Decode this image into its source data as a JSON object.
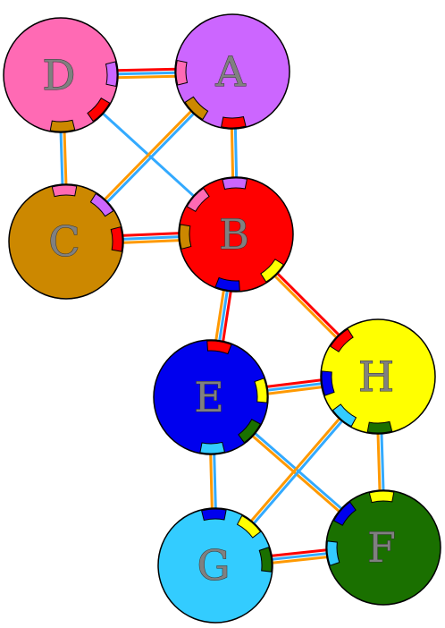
{
  "nodes": [
    {
      "id": "A",
      "label": "A",
      "color": "#cc66ff"
    },
    {
      "id": "B",
      "label": "B",
      "color": "#ff0000"
    },
    {
      "id": "C",
      "label": "C",
      "color": "#cc8800"
    },
    {
      "id": "D",
      "label": "D",
      "color": "#ff6ab4"
    },
    {
      "id": "E",
      "label": "E",
      "color": "#0000ee"
    },
    {
      "id": "F",
      "label": "F",
      "color": "#1a7000"
    },
    {
      "id": "G",
      "label": "G",
      "color": "#33ccff"
    },
    {
      "id": "H",
      "label": "H",
      "color": "#ffff00"
    }
  ],
  "edges": [
    {
      "from": "D",
      "to": "A",
      "colors": [
        "#ff0000",
        "#33aaff",
        "#ff9900"
      ]
    },
    {
      "from": "D",
      "to": "C",
      "colors": [
        "#ff9900",
        "#33aaff"
      ]
    },
    {
      "from": "D",
      "to": "B",
      "colors": [
        "#33aaff"
      ]
    },
    {
      "from": "A",
      "to": "C",
      "colors": [
        "#33aaff",
        "#ff9900"
      ]
    },
    {
      "from": "A",
      "to": "B",
      "colors": [
        "#33aaff",
        "#ff9900"
      ]
    },
    {
      "from": "C",
      "to": "B",
      "colors": [
        "#ff0000",
        "#33aaff",
        "#ff9900"
      ]
    },
    {
      "from": "B",
      "to": "E",
      "colors": [
        "#ff0000",
        "#33aaff",
        "#ff9900"
      ]
    },
    {
      "from": "B",
      "to": "H",
      "colors": [
        "#ff0000",
        "#ff9900"
      ]
    },
    {
      "from": "E",
      "to": "H",
      "colors": [
        "#ff0000",
        "#33aaff",
        "#ff9900"
      ]
    },
    {
      "from": "E",
      "to": "G",
      "colors": [
        "#33aaff",
        "#ff9900"
      ]
    },
    {
      "from": "E",
      "to": "F",
      "colors": [
        "#33aaff",
        "#ff9900"
      ]
    },
    {
      "from": "H",
      "to": "G",
      "colors": [
        "#33aaff",
        "#ff9900"
      ]
    },
    {
      "from": "H",
      "to": "F",
      "colors": [
        "#33aaff",
        "#ff9900"
      ]
    },
    {
      "from": "G",
      "to": "F",
      "colors": [
        "#ff0000",
        "#33aaff",
        "#ff9900"
      ]
    }
  ]
}
